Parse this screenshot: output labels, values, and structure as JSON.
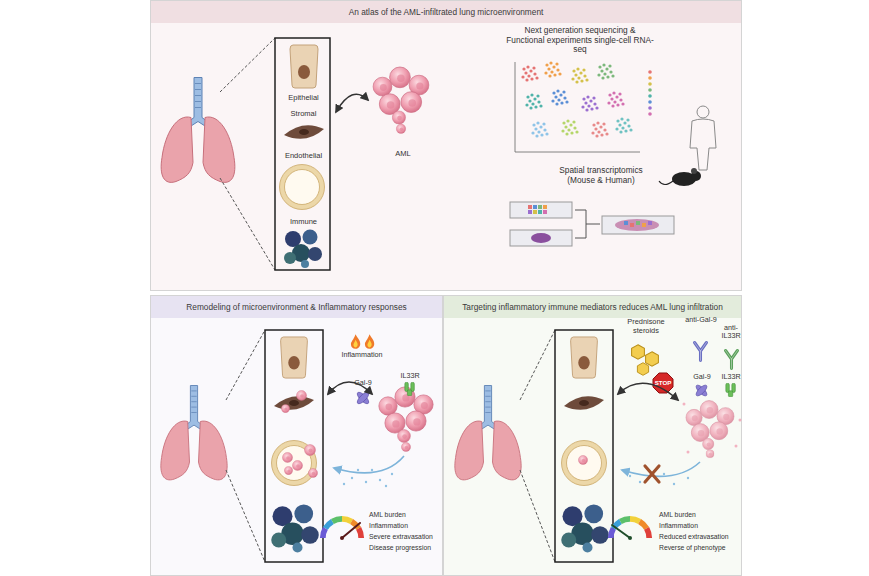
{
  "diagram": {
    "nodes": [
      {
        "text": [
          "An atlas of the AML-infiltrated lung microenvironment"
        ]
      },
      {
        "text": [
          "Epithelial"
        ],
        "in": 0
      },
      {
        "text": [
          "Stromal"
        ],
        "in": 0
      },
      {
        "text": [
          "Endothelial"
        ],
        "in": 0
      },
      {
        "text": [
          "Immune"
        ],
        "in": 0
      },
      {
        "text": [
          "AML"
        ],
        "in": 0
      },
      {
        "text": [
          "Remodeling of microenvironment & Inflammatory responses"
        ]
      },
      {
        "text": [
          "Targeting inflammatory immune mediators reduces AML lung infiltration"
        ]
      }
    ],
    "labels": [
      "Next generation sequencing & Functional experiments single-cell RNA-seq",
      "Spatial transcriptomics (Mouse & Human)",
      "Inflammation",
      "Gal-9",
      "IL33R",
      "AML burden",
      "Inflammation",
      "Severe extravasation",
      "Disease progression",
      "Prednisone steroids",
      "STOP",
      "anti-Gal-9",
      "anti-IL33R",
      "Gal-9",
      "IL33R",
      "AML burden",
      "Inflammation",
      "Reduced extravasation",
      "Reverse of phenotype"
    ]
  }
}
